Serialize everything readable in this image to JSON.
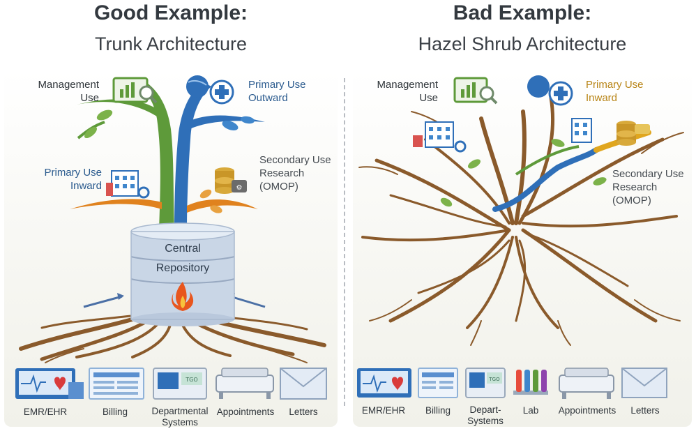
{
  "good": {
    "heading": "Good Example:",
    "subheading": "Trunk Architecture",
    "labels": {
      "management": [
        "Management",
        "Use"
      ],
      "primary_outward": [
        "Primary Use",
        "Outward"
      ],
      "primary_inward": [
        "Primary Use",
        "Inward"
      ],
      "secondary": [
        "Secondary Use",
        "Research",
        "(OMOP)"
      ]
    },
    "repository": [
      "Central",
      "Repository"
    ],
    "sources": [
      "EMR/EHR",
      "Billing",
      "Departmental Systems",
      "Appointments",
      "Letters"
    ]
  },
  "bad": {
    "heading": "Bad Example:",
    "subheading": "Hazel Shrub Architecture",
    "labels": {
      "management": [
        "Management",
        "Use"
      ],
      "primary_inward": [
        "Primary Use",
        "Inward"
      ],
      "secondary": [
        "Secondary Use",
        "Research",
        "(OMOP)"
      ]
    },
    "sources": [
      "EMR/EHR",
      "Billing",
      "Depart-",
      "Systems",
      "Lab",
      "Appointments",
      "Letters"
    ]
  },
  "colors": {
    "trunk_green": "#5e9a3a",
    "trunk_blue": "#2f6fb8",
    "branch_orange": "#e0821e",
    "root_brown": "#8a5a2b",
    "repository": "#c9d6e6",
    "gold_text": "#b88416",
    "blue_text": "#2a5a8e"
  },
  "icons": [
    "dashboard-magnifier-icon",
    "globe-cross-icon",
    "hospital-icon",
    "database-coins-icon",
    "fire-icon",
    "monitor-heart-icon",
    "billing-form-icon",
    "department-device-icon",
    "lab-tubes-icon",
    "appointment-bed-icon",
    "letter-envelope-icon"
  ]
}
